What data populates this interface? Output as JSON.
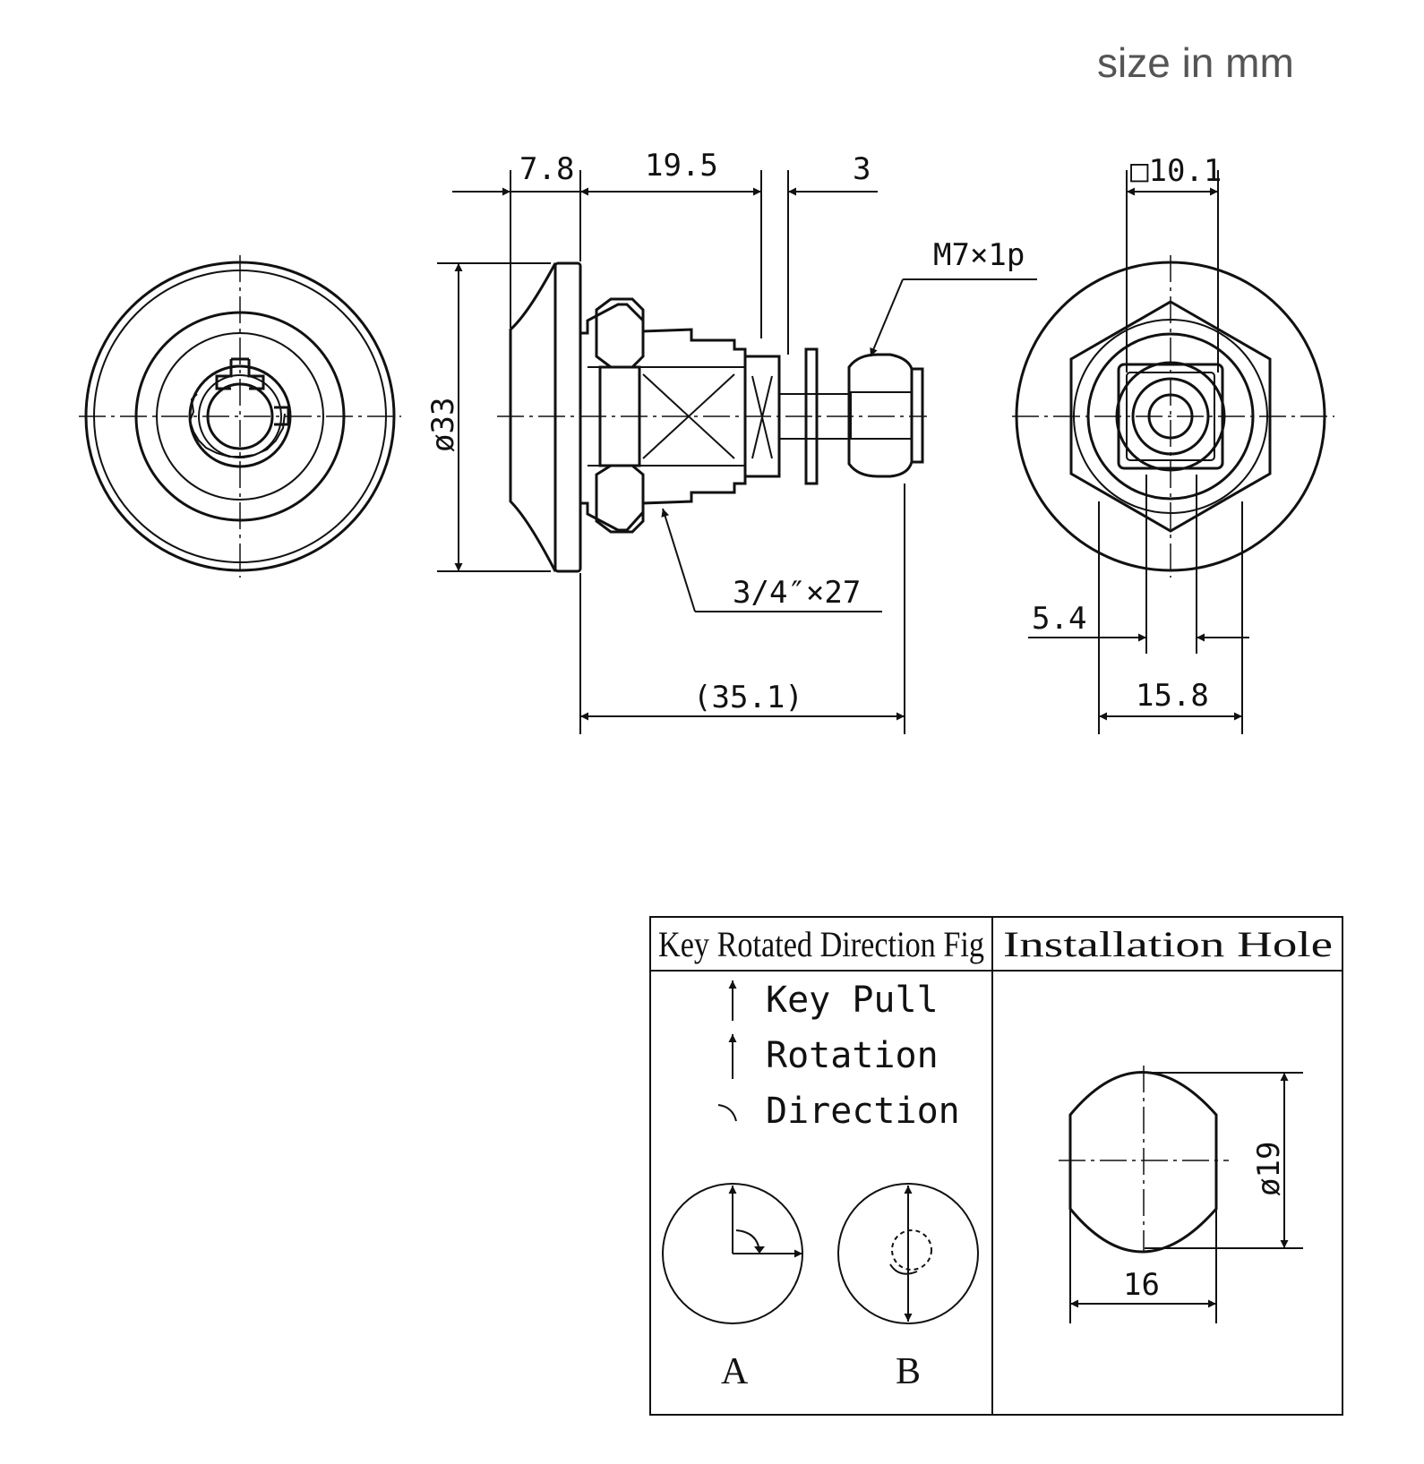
{
  "note": "size in mm",
  "dimensions": {
    "flange_thickness": "7.8",
    "body_length": "19.5",
    "gap": "3",
    "thread_m": "M7×1p",
    "diameter": "ø33",
    "thread_body": "3/4″×27",
    "total_length": "(35.1)",
    "square": "□10.1",
    "offset": "5.4",
    "width": "15.8"
  },
  "table": {
    "left_header": "Key Rotated Direction Fig",
    "right_header": "Installation Hole",
    "legend": [
      "Key Pull",
      "Rotation",
      "Direction"
    ],
    "figure_labels": [
      "A",
      "B"
    ],
    "hole": {
      "diameter": "ø19",
      "flat_width": "16"
    }
  }
}
